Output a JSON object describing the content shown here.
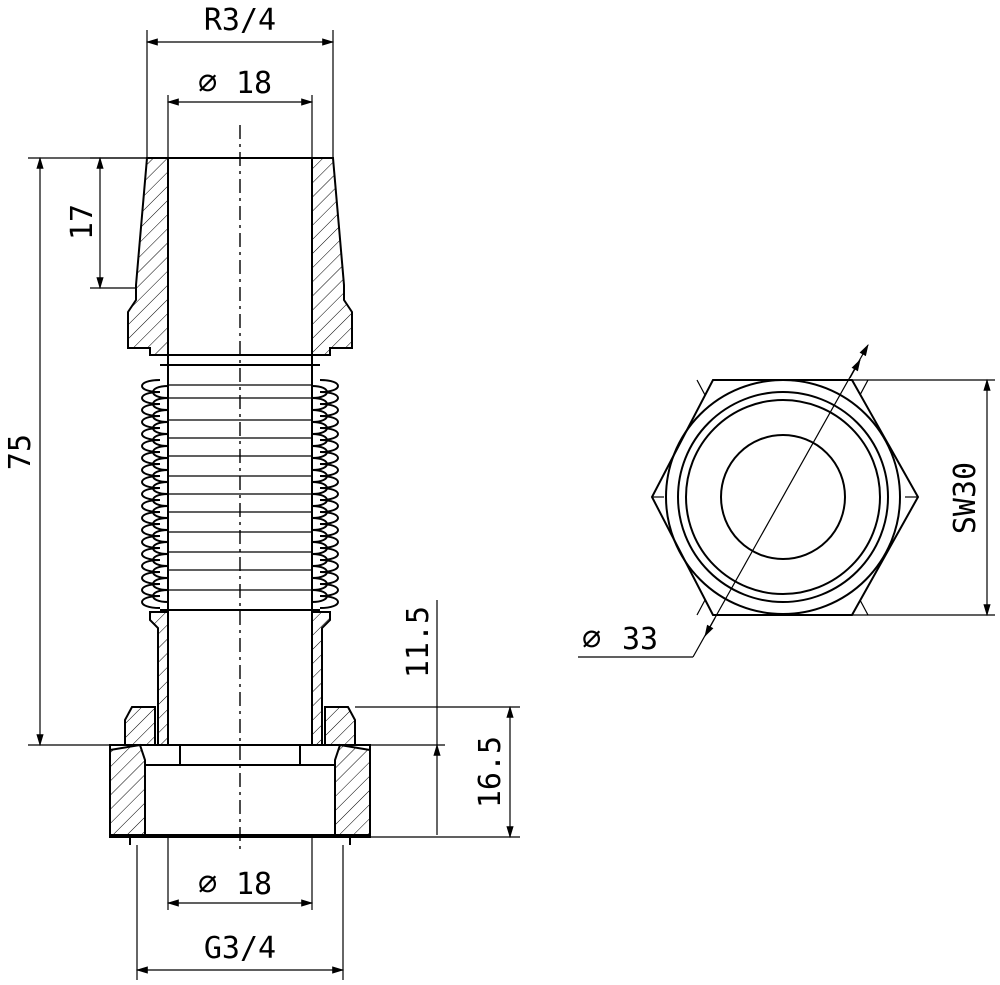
{
  "dimensions": {
    "top_thread": "R3/4",
    "top_bore": "18",
    "top_length": "17",
    "overall_length": "75",
    "nut_gap": "11.5",
    "nut_height": "16.5",
    "bottom_bore": "18",
    "bottom_thread": "G3/4",
    "wrench_size": "SW30",
    "outer_diameter": "33"
  },
  "symbols": {
    "diameter": "∅"
  }
}
